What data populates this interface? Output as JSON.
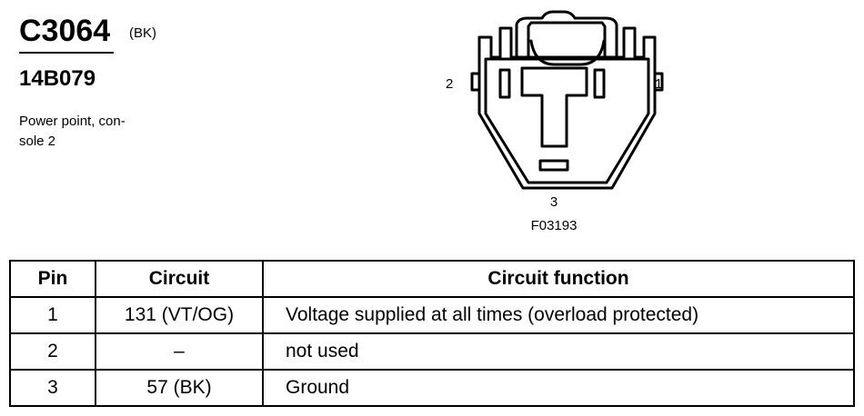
{
  "connector": {
    "id": "C3064",
    "color": "(BK)",
    "part_number": "14B079",
    "description_line1": "Power point, con-",
    "description_line2": "sole 2"
  },
  "diagram": {
    "pin_labels": {
      "left": "2",
      "right": "1",
      "bottom": "3"
    },
    "figure_code": "F03193"
  },
  "table": {
    "headers": {
      "pin": "Pin",
      "circuit": "Circuit",
      "function": "Circuit function"
    },
    "rows": [
      {
        "pin": "1",
        "circuit": "131 (VT/OG)",
        "function": "Voltage supplied at all times (overload protected)"
      },
      {
        "pin": "2",
        "circuit": "–",
        "function": "not used"
      },
      {
        "pin": "3",
        "circuit": "57 (BK)",
        "function": "Ground"
      }
    ]
  }
}
